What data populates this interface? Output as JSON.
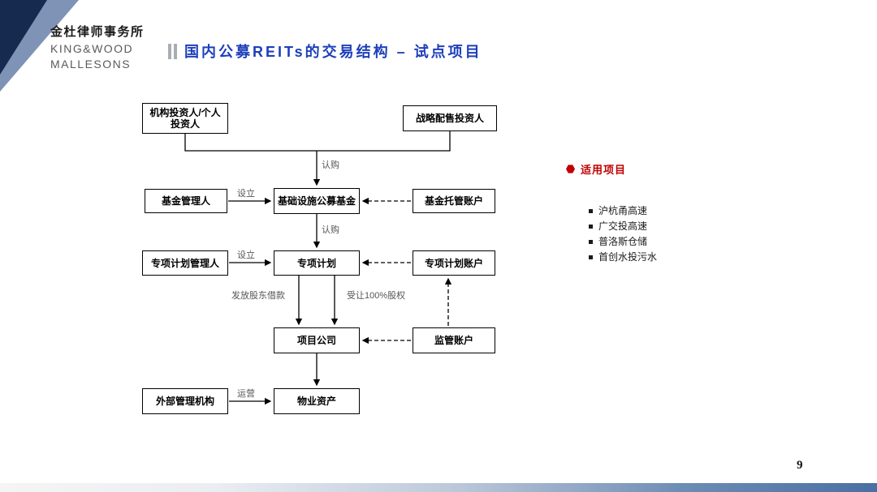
{
  "logo": {
    "cn": "金杜律师事务所",
    "en_line1": "KING&WOOD",
    "en_line2": "MALLESONS"
  },
  "title": {
    "text": "国内公募REITs的交易结构 – 试点项目"
  },
  "diagram": {
    "nodes": {
      "investors": "机构投资人/个人\n投资人",
      "strategic": "战略配售投资人",
      "fund_manager": "基金管理人",
      "public_fund": "基础设施公募基金",
      "fund_custody_account": "基金托管账户",
      "plan_manager": "专项计划管理人",
      "special_plan": "专项计划",
      "plan_account": "专项计划账户",
      "project_company": "项目公司",
      "supervision_account": "监管账户",
      "property_assets": "物业资产",
      "external_manager": "外部管理机构"
    },
    "labels": {
      "subscribe_top": "认购",
      "establish_fund": "设立",
      "subscribe_mid": "认购",
      "establish_plan": "设立",
      "shareholder_loan": "发放股东借款",
      "equity_transfer": "受让100%股权",
      "operate": "运营"
    }
  },
  "side_panel": {
    "heading": "适用项目",
    "items": [
      "沪杭甬高速",
      "广交投高速",
      "普洛斯仓储",
      "首创水投污水"
    ]
  },
  "page_number": "9",
  "colors": {
    "title_blue": "#1e3fba",
    "accent_red": "#c00000",
    "corner_dark": "#16294e",
    "corner_light": "#7e93b6"
  }
}
